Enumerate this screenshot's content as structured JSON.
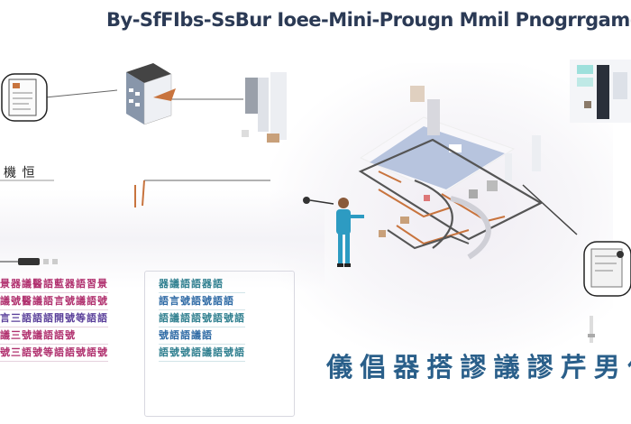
{
  "header": {
    "title": "By-SfFIbs-SsBur Ioee-Mini-Prougn Mmil Pnogrrgam-Mi"
  },
  "labels": {
    "left_small": "機 恒"
  },
  "text_blocks": {
    "left": [
      "景器議醫語藍器語習景",
      "議號醫議語言號議語號",
      "言三語語語開號等語語",
      "議三號議語語號",
      "號三語號等語語號語號"
    ],
    "middle": [
      "器議語語器語",
      "語言號語號語語",
      "語議語語號語號語",
      "號語語議語",
      "語號號語議語號語"
    ]
  },
  "caption": {
    "big": "儀 倡 器 搭 謬 議 謬 芹 男 什 冊 昌"
  },
  "colors": {
    "title": "#2b3a55",
    "left_text": "#b0306e",
    "middle_text": "#2f7f8f",
    "caption": "#2a5f8a",
    "accent_orange": "#c8743e",
    "figure_blue": "#2d9bc2",
    "floor_blue": "#b7c4de"
  },
  "icons": {
    "document": "document-icon",
    "tablet": "tablet-icon",
    "figure": "person-icon",
    "building": "building-icon"
  }
}
